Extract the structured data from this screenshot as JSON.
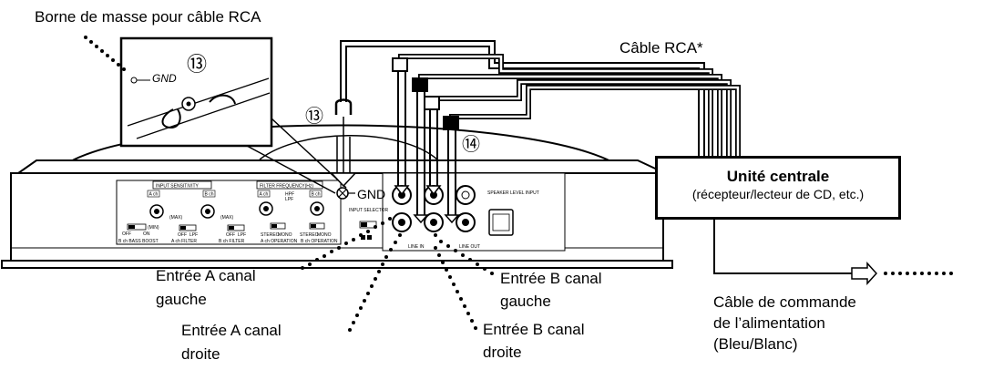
{
  "labels": {
    "ground_terminal": "Borne de masse pour câble RCA",
    "rca_cable": "Câble RCA*",
    "gnd_inset": "GND",
    "gnd_main": "GND",
    "ref_13": "⑬",
    "ref_14": "⑭"
  },
  "head_unit": {
    "title": "Unité centrale",
    "subtitle": "(récepteur/lecteur de CD, etc.)"
  },
  "callouts": {
    "input_a_left": [
      "Entrée A canal",
      "gauche"
    ],
    "input_a_right": [
      "Entrée A canal",
      "droite"
    ],
    "input_b_left": [
      "Entrée B canal",
      "gauche"
    ],
    "input_b_right": [
      "Entrée B canal",
      "droite"
    ],
    "power_cable": [
      "Câble de commande",
      "de l’alimentation",
      "(Bleu/Blanc)"
    ]
  },
  "amp_panel": {
    "input_sensitivity": "INPUT SENSITIVITY",
    "filter_frequency": "FILTER FREQUENCY(Hz)",
    "a_ch": "A ch",
    "b_ch": "B ch",
    "bass_boost": "B ch BASS BOOST",
    "a_filter": "A ch FILTER",
    "b_filter": "B ch FILTER",
    "a_operation": "A ch OPERATION",
    "b_operation": "B ch OPERATION",
    "input_selector": "INPUT SELECTOR",
    "line_in": "LINE IN",
    "line_out": "LINE OUT",
    "speaker_level_input": "SPEAKER LEVEL INPUT",
    "off": "OFF",
    "on": "ON",
    "lpf": "LPF",
    "hpf": "HPF",
    "stereo": "STEREO",
    "mono": "MONO",
    "min": "(MIN)",
    "max": "(MAX)"
  }
}
